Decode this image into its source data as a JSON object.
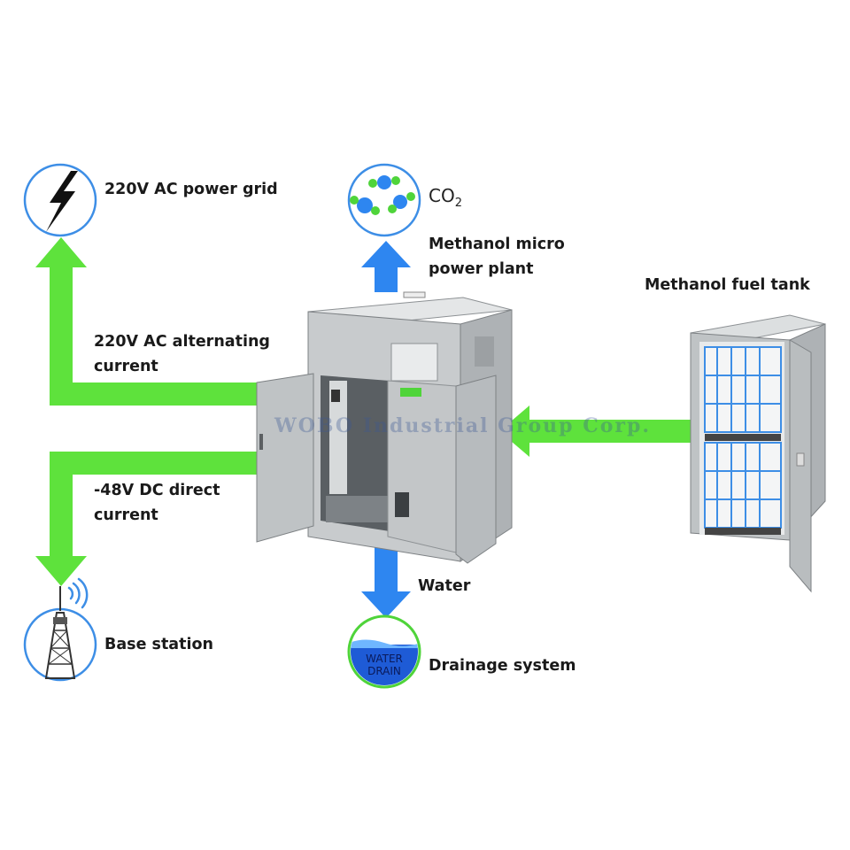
{
  "labels": {
    "power_grid": "220V AC power grid",
    "co2_main": "CO",
    "co2_sub": "2",
    "plant_line1": "Methanol micro",
    "plant_line2": "power plant",
    "fuel_tank": "Methanol fuel tank",
    "ac_line1": "220V AC alternating",
    "ac_line2": "current",
    "dc_line1": "-48V DC direct",
    "dc_line2": "current",
    "water": "Water",
    "base_station": "Base station",
    "drainage": "Drainage system",
    "drain_badge_line1": "WATER",
    "drain_badge_line2": "DRAIN"
  },
  "watermark": "WOBO Industrial Group Corp.",
  "colors": {
    "green_arrow": "#5ee23c",
    "blue_arrow": "#2e86f0",
    "icon_ring": "#3d8ee6",
    "cabinet_gray": "#c8cbcd"
  }
}
